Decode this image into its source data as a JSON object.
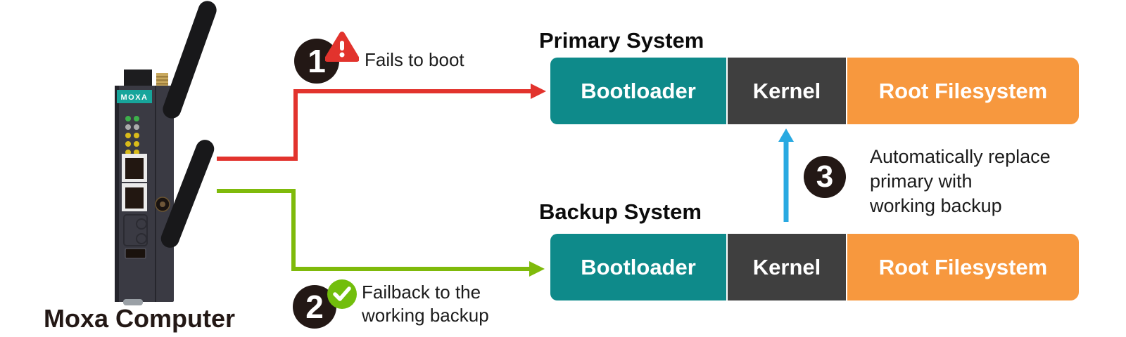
{
  "device": {
    "brand": "MOXA",
    "label": "Moxa Computer"
  },
  "steps": [
    {
      "number": "1",
      "icon": "warning-icon",
      "lines": [
        "Fails to boot"
      ]
    },
    {
      "number": "2",
      "icon": "check-icon",
      "lines": [
        "Failback to the",
        "working backup"
      ]
    },
    {
      "number": "3",
      "lines": [
        "Automatically replace",
        "primary with",
        "working backup"
      ]
    }
  ],
  "systems": [
    {
      "title": "Primary System",
      "blocks": [
        {
          "label": "Bootloader"
        },
        {
          "label": "Kernel"
        },
        {
          "label": "Root Filesystem"
        }
      ]
    },
    {
      "title": "Backup System",
      "blocks": [
        {
          "label": "Bootloader"
        },
        {
          "label": "Kernel"
        },
        {
          "label": "Root Filesystem"
        }
      ]
    }
  ],
  "colors": {
    "bootloader_teal": "#0E8A8A",
    "kernel_gray": "#3F3F3F",
    "root_filesystem_orange": "#F7983E",
    "fail_arrow_red": "#E2332D",
    "failback_arrow_green": "#7FBA0B",
    "replace_arrow_blue": "#29A9E1",
    "badge_dark": "#231815",
    "moxa_logo_teal": "#17A59B"
  }
}
